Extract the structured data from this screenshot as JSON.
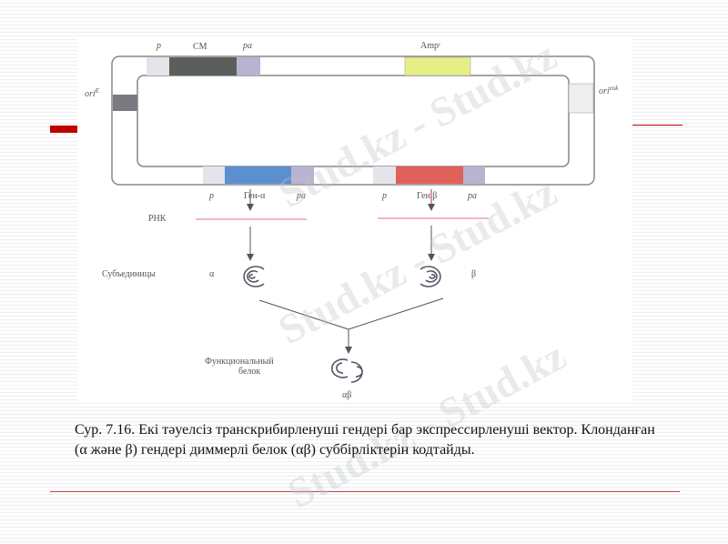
{
  "figure": {
    "top_labels": {
      "p": "p",
      "cm": "CM",
      "pa": "pa",
      "amp": "Ampʳ"
    },
    "ori_left": "ori",
    "ori_left_sup": "E",
    "ori_right": "ori",
    "ori_right_sup": "euk",
    "bottom_labels": {
      "p1": "p",
      "gene_alpha": "Ген-α",
      "pa1": "pa",
      "p2": "p",
      "gene_beta": "Ген β",
      "pa2": "pa"
    },
    "rna": "РНК",
    "subunits": "Субъединицы",
    "alpha": "α",
    "beta": "β",
    "functional_protein_1": "Функциональный",
    "functional_protein_2": "белок",
    "alpha_beta": "αβ",
    "colors": {
      "cm": "#5a5f5c",
      "pa": "#b9b2d0",
      "amp": "#e6ef86",
      "gene_alpha": "#5a8fd0",
      "gene_beta": "#e0605a",
      "promoter": "#e4e4ea",
      "ori_e": "#7a7a80",
      "rna_line": "#e07080"
    }
  },
  "caption": {
    "text": "Сур. 7.16. Екі тәуелсіз транскрибирленуші гендері бар экспрессирленуші вектор. Клонданған (α және β) гендері диммерлі белок (αβ) суббірліктерін кодтайды."
  },
  "watermark": "Stud.kz - Stud.kz",
  "accent_color": "#c00000"
}
